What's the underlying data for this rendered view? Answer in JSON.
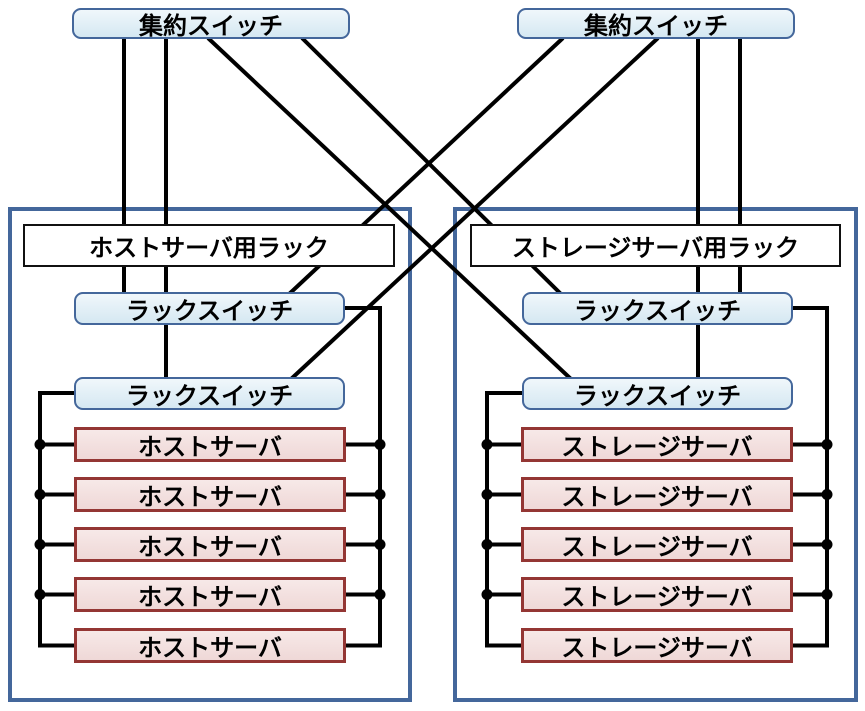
{
  "diagram_title": "server-rack-network-topology",
  "aggregation_switches": [
    {
      "label": "集約スイッチ"
    },
    {
      "label": "集約スイッチ"
    }
  ],
  "racks": [
    {
      "label": "ホストサーバ用ラック",
      "rack_switches": [
        "ラックスイッチ",
        "ラックスイッチ"
      ],
      "servers": [
        "ホストサーバ",
        "ホストサーバ",
        "ホストサーバ",
        "ホストサーバ",
        "ホストサーバ"
      ]
    },
    {
      "label": "ストレージサーバ用ラック",
      "rack_switches": [
        "ラックスイッチ",
        "ラックスイッチ"
      ],
      "servers": [
        "ストレージサーバ",
        "ストレージサーバ",
        "ストレージサーバ",
        "ストレージサーバ",
        "ストレージサーバ"
      ]
    }
  ],
  "colors": {
    "switch_fill": "#dbeaf4",
    "switch_border": "#44679b",
    "server_fill": "#f2dcdb",
    "server_border": "#943634",
    "rack_border": "#44679b",
    "label_box_border": "#111111",
    "connection_line": "#000000",
    "text": "#000000",
    "background": "#ffffff"
  }
}
